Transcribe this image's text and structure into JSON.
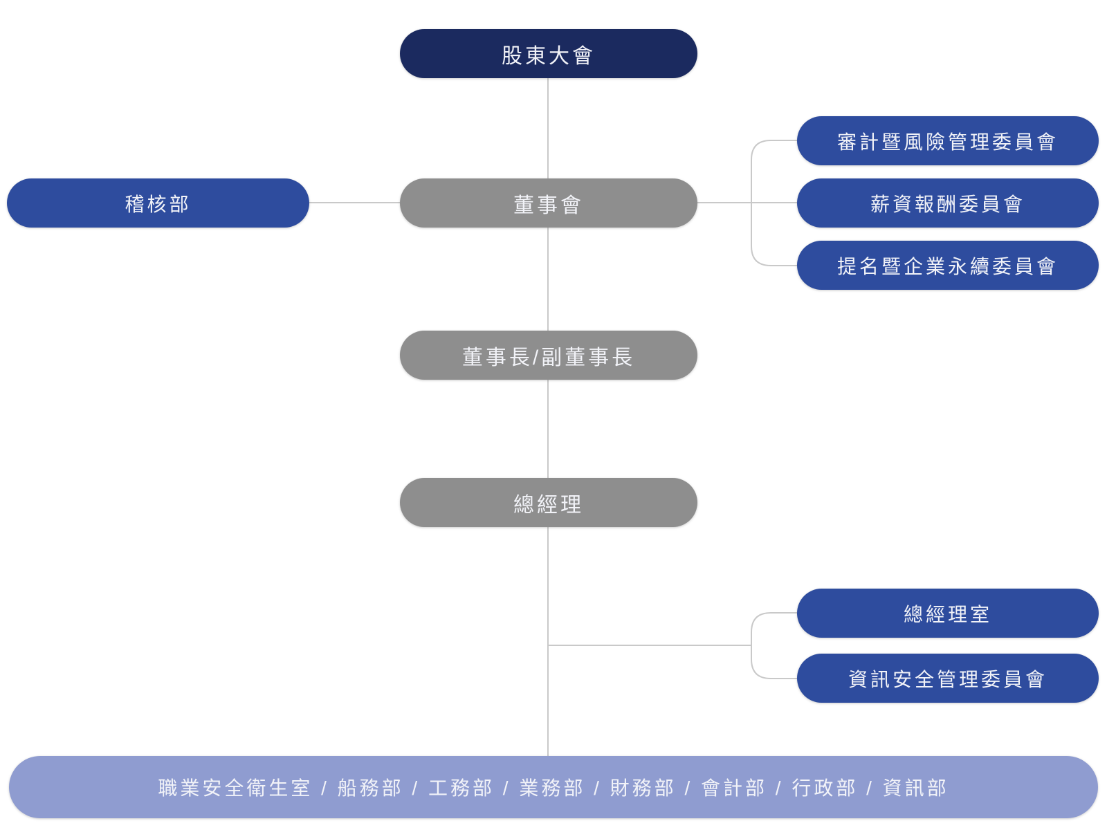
{
  "org": {
    "shareholders": "股東大會",
    "audit_department": "稽核部",
    "board": "董事會",
    "committees": [
      "審計暨風險管理委員會",
      "薪資報酬委員會",
      "提名暨企業永續委員會"
    ],
    "chairman": "董事長/副董事長",
    "president": "總經理",
    "president_units": [
      "總經理室",
      "資訊安全管理委員會"
    ],
    "departments_bar": "職業安全衛生室 / 船務部 / 工務部 / 業務部 / 財務部 / 會計部 / 行政部 / 資訊部"
  },
  "colors": {
    "navy": "#1b2a5f",
    "blue": "#2e4c9e",
    "gray": "#8e8e8e",
    "periwinkle": "#8f9cd0",
    "connector_line": "#c9c9c9",
    "label_text": "#f2f3f8",
    "background": "#ffffff"
  }
}
